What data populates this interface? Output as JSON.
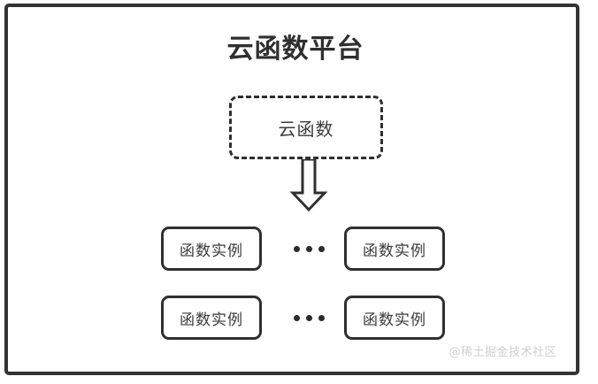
{
  "diagram": {
    "title": "云函数平台",
    "cloud_function": {
      "label": "云函数",
      "border_style": "dashed"
    },
    "arrow": {
      "name": "down-block-arrow",
      "direction": "down"
    },
    "instance_rows": [
      {
        "left_box": "函数实例",
        "ellipsis": "•••",
        "right_box": "函数实例"
      },
      {
        "left_box": "函数实例",
        "ellipsis": "•••",
        "right_box": "函数实例"
      }
    ],
    "watermark": "@稀土掘金技术社区",
    "colors": {
      "stroke": "#2f2f2f",
      "text": "#3a3a3a",
      "background": "#ffffff",
      "watermark": "#cfcfcf"
    }
  }
}
